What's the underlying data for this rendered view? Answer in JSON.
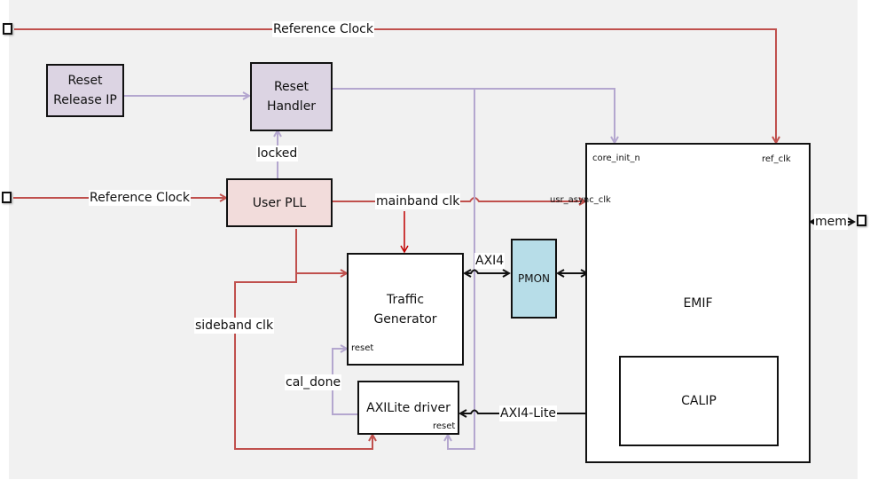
{
  "colors": {
    "clock_wire": "#c0504d",
    "reset_wire": "#b4a7cf",
    "data_wire": "#111111",
    "block_purple": "#dcd4e3",
    "block_pink": "#f2dcdb",
    "block_blue": "#b7dde8"
  },
  "blocks": {
    "reset_release_ip": "Reset Release IP",
    "reset_release_ip_lines": [
      "Reset",
      "Release IP"
    ],
    "reset_handler_lines": [
      "Reset",
      "Handler"
    ],
    "user_pll": "User PLL",
    "traffic_generator_lines": [
      "Traffic",
      "Generator"
    ],
    "axilite_driver": "AXILite driver",
    "pmon": "PMON",
    "emif": "EMIF",
    "calip": "CALIP"
  },
  "ports": {
    "core_init_n": "core_init_n",
    "ref_clk": "ref_clk",
    "usr_async_clk": "usr_async_clk",
    "tg_reset": "reset",
    "axilite_reset": "reset"
  },
  "signals": {
    "reference_clock_top": "Reference Clock",
    "reference_clock_pll": "Reference Clock",
    "locked": "locked",
    "mainband_clk": "mainband clk",
    "sideband_clk": "sideband clk",
    "cal_done": "cal_done",
    "axi4": "AXI4",
    "axi4_lite": "AXI4-Lite",
    "mem": "mem"
  }
}
